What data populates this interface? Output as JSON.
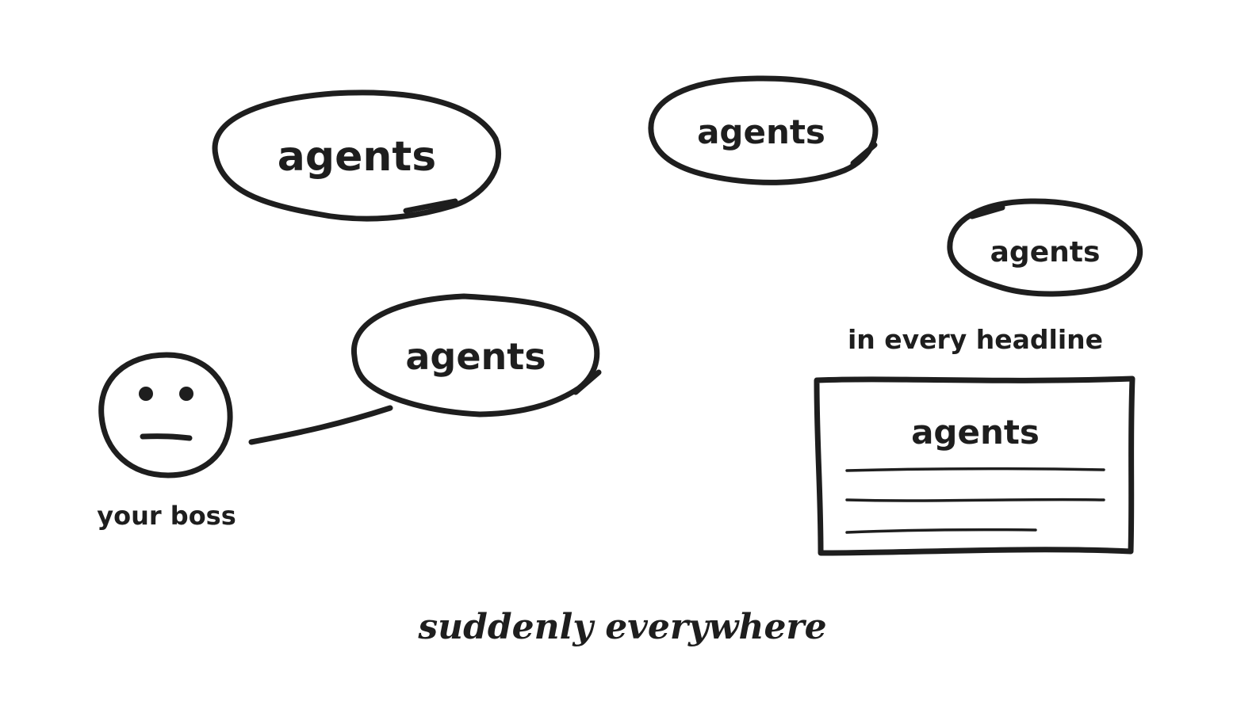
{
  "bubbles": [
    {
      "label": "agents"
    },
    {
      "label": "agents"
    },
    {
      "label": "agents"
    },
    {
      "label": "agents"
    }
  ],
  "boss": {
    "label": "your boss"
  },
  "headline": {
    "caption": "in every headline",
    "card_title": "agents"
  },
  "footer": {
    "caption": "suddenly everywhere"
  },
  "colors": {
    "ink": "#1e1e1e",
    "background": "#ffffff"
  }
}
